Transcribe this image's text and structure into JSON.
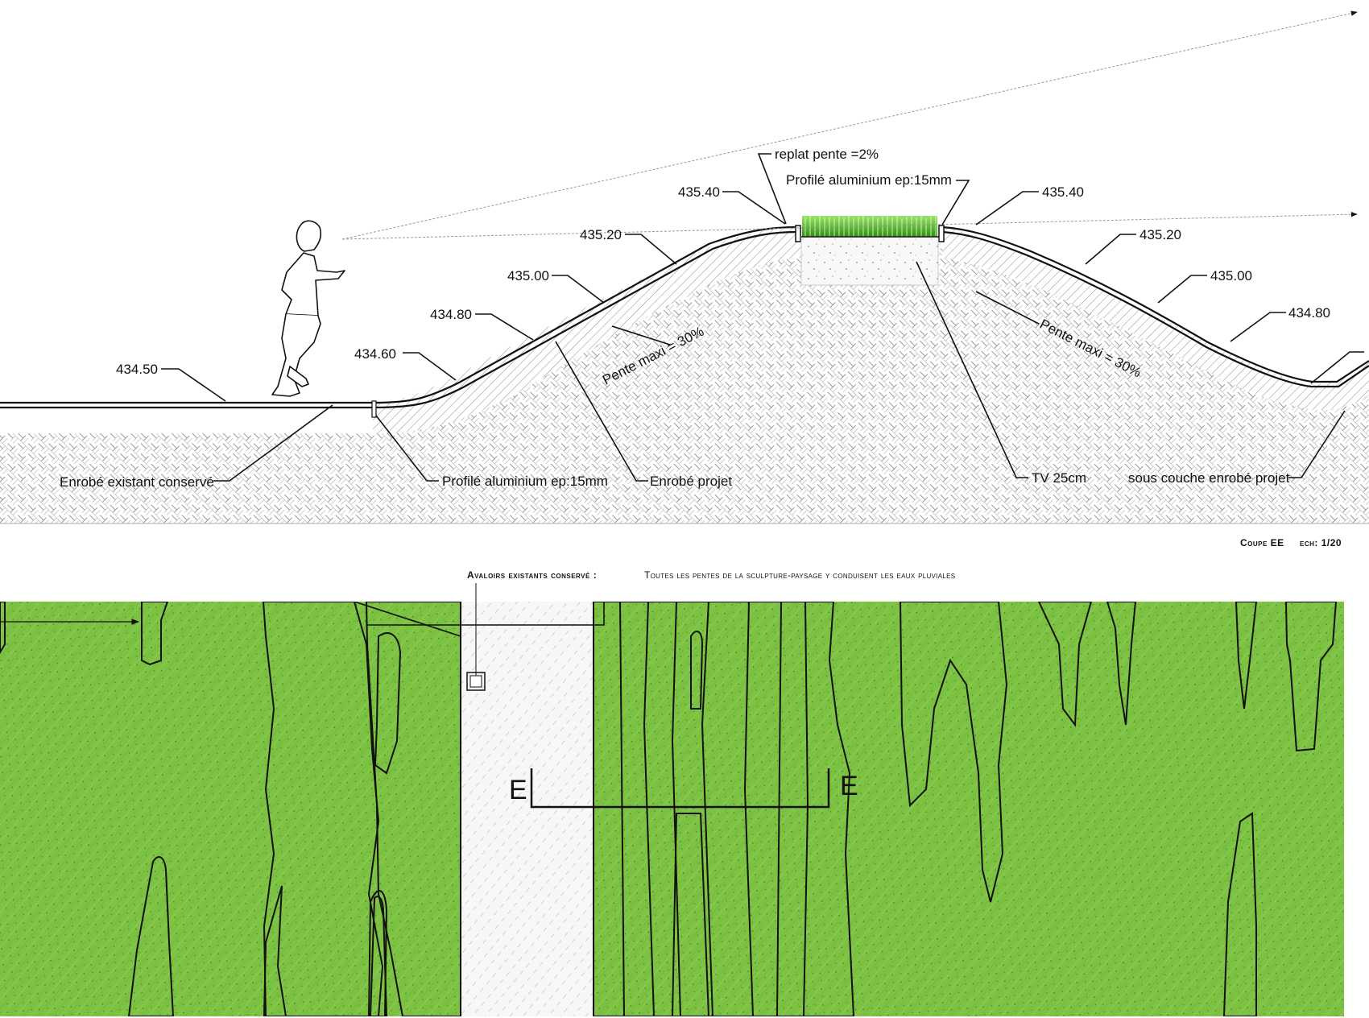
{
  "section": {
    "title": "Coupe EE",
    "scale": "ech: 1/20",
    "elevations": {
      "left_flat": "434.50",
      "left_base": "434.60",
      "left_1": "434.80",
      "left_2": "435.00",
      "left_3": "435.20",
      "left_top": "435.40",
      "right_top": "435.40",
      "right_3": "435.20",
      "right_2": "435.00",
      "right_1": "434.80"
    },
    "notes": {
      "replat": "replat pente =2%",
      "profile_top": "Profilé aluminium ep:15mm",
      "slope_left": "Pente maxi = 30%",
      "slope_right": "Pente maxi = 30%",
      "existing": "Enrobé existant conservé",
      "profile_bottom": "Profilé aluminium ep:15mm",
      "project_asphalt": "Enrobé projet",
      "topsoil": "TV 25cm",
      "sublayer": "sous couche enrobé projet"
    }
  },
  "plan": {
    "caption_bold": "Avaloirs existants conservé :",
    "caption_text": "Toutes les pentes de la sculpture-paysage y conduisent les eaux pluviales",
    "section_mark_left": "E",
    "section_mark_right": "E",
    "icons": [
      "drain-icon",
      "runner-figure"
    ]
  },
  "colors": {
    "grass": "#7dc242",
    "grass_dark": "#3f8f1c",
    "hatch_grey": "#b9b9b9",
    "line": "#111111",
    "paving_bg": "#f6f6f6"
  }
}
